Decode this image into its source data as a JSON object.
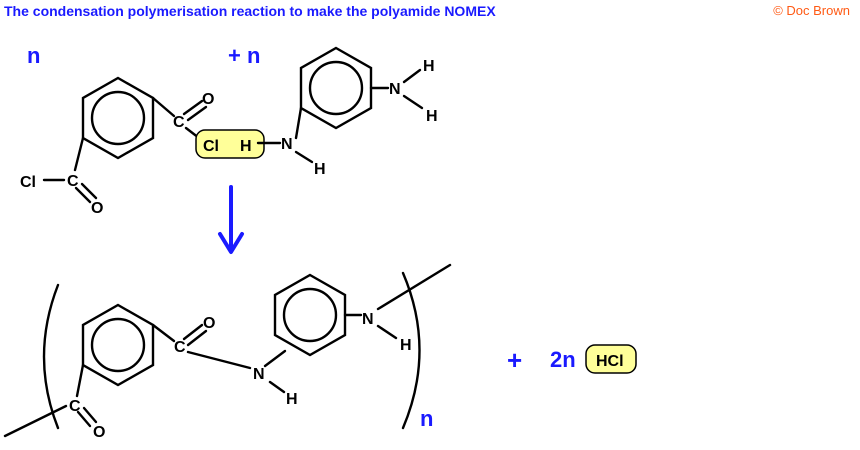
{
  "title": "The condensation polymerisation reaction to make the polyamide NOMEX",
  "credit": "© Doc Brown",
  "reactant_1": {
    "coefficient": "n",
    "atoms": {
      "O_top": "O",
      "C_top": "C",
      "Cl_top": "Cl",
      "Cl_left": "Cl",
      "C_bottom": "C",
      "O_bottom": "O"
    }
  },
  "reactant_2": {
    "coefficient": "+ n",
    "atoms": {
      "H_left": "H",
      "N_left": "N",
      "H_below": "H",
      "N_right": "N",
      "H_right_top": "H",
      "H_right_bottom": "H"
    }
  },
  "polymer": {
    "subscript": "n",
    "atoms": {
      "O_top": "O",
      "C_top": "C",
      "C_bottom": "C",
      "O_bottom": "O",
      "N_mid": "N",
      "H_mid": "H",
      "N_right": "N",
      "H_right": "H"
    }
  },
  "byproduct": {
    "plus": "+",
    "coefficient": "2n",
    "formula": "HCl"
  },
  "colors": {
    "title": "#1a1aff",
    "credit": "#ff5a14",
    "highlight": "#ffff99",
    "arrow": "#1a1aff"
  }
}
